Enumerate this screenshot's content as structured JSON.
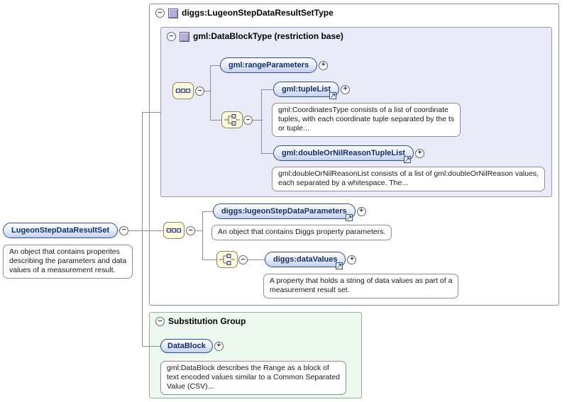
{
  "outer_type": {
    "title": "diggs:LugeonStepDataResultSetType"
  },
  "base_type": {
    "title": "gml:DataBlockType (restriction base)"
  },
  "substitution_group": {
    "title": "Substitution Group"
  },
  "elements": {
    "root": "LugeonStepDataResultSet",
    "range_parameters": "gml:rangeParameters",
    "tuple_list": "gml:tupleList",
    "double_or_nil": "gml:doubleOrNilReasonTupleList",
    "lugeon_params": "diggs:lugeonStepDataParameters",
    "data_values": "diggs:dataValues",
    "data_block": "DataBlock"
  },
  "annotations": {
    "root": [
      "An object that contains properites",
      "describing the parameters and data",
      "values of a measurement result."
    ],
    "tuple_list": [
      "gml:CoordinatesType consists of a list of coordinate",
      "tuples, with each coordinate tuple separated by the ts",
      "or tuple..."
    ],
    "double_or_nil": [
      "gml:doubleOrNilReasonList consists of a list of gml:doubleOrNilReason values,",
      "each separated by a whitespace. The..."
    ],
    "lugeon_params": [
      "An object that contains Diggs property parameters."
    ],
    "data_values": [
      "A property that holds a string of data values as part of a",
      "measurement result set."
    ],
    "data_block": [
      "gml:DataBlock describes the Range as a block of",
      "text encoded values similar to a Common Separated",
      "Value (CSV)..."
    ]
  },
  "glyphs": {
    "plus": "+",
    "minus": "−"
  },
  "colors": {
    "element_border": "#2d4d8e",
    "element_fill_bottom": "#c3d0ec",
    "element_text": "#122f6a",
    "base_box_bg": "#e9ecf8",
    "substitution_box_bg": "#edf9ee",
    "compositor_bg": "#fffbdc",
    "type_icon": "#b5acdb",
    "connector": "#8f8f8f"
  }
}
